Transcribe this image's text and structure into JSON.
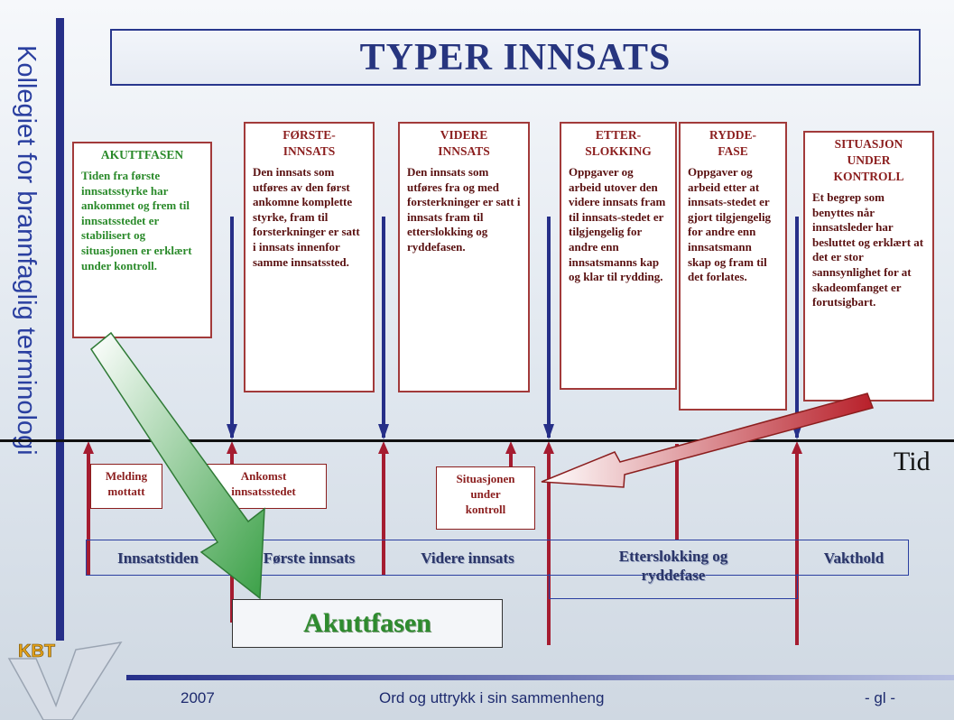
{
  "side_title": "Kollegiet for brannfaglig terminologi",
  "title": "TYPER INNSATS",
  "logo": {
    "text": "KBT"
  },
  "boxes": {
    "akuttfasen": {
      "heading": "AKUTTFASEN",
      "text": "Tiden fra første innsatsstyrke har ankommet og frem til innsatsstedet er stabilisert og situasjonen er erklært under kontroll."
    },
    "forste": {
      "heading": "FØRSTE-\nINNSATS",
      "text": "Den innsats som utføres av den først ankomne komplette styrke, fram til forsterkninger er satt i innsats innenfor samme innsatssted."
    },
    "videre": {
      "heading": "VIDERE\nINNSATS",
      "text": "Den innsats som utføres fra og med forsterkninger er satt i innsats fram til etterslokking og ryddefasen."
    },
    "etter": {
      "heading": "ETTER-\nSLOKKING",
      "text": "Oppgaver og arbeid utover den videre innsats fram til innsats-stedet er tilgjengelig for andre enn innsatsmanns kap og klar til rydding."
    },
    "rydde": {
      "heading": "RYDDE-\nFASE",
      "text": "Oppgaver og arbeid etter at innsats-stedet er gjort tilgjengelig for andre enn innsatsmann skap og fram til det forlates."
    },
    "situasjon": {
      "heading": "SITUASJON\nUNDER\nKONTROLL",
      "text": "Et begrep som benyttes når innsatsleder har besluttet og erklært at det er stor sannsynlighet for at skadeomfanget er forutsigbart."
    }
  },
  "events": {
    "melding": "Melding\nmottatt",
    "ankomst": "Ankomst\ninnsatsstedet",
    "situasjon": "Situasjonen\nunder\nkontroll"
  },
  "timeline_label": "Tid",
  "phases": {
    "innsatstiden": "Innsatstiden",
    "forste": "Første innsats",
    "videre": "Videre innsats",
    "etter": "Etterslokking og\nryddefase",
    "vakthold": "Vakthold"
  },
  "akuttfasen_label": "Akuttfasen",
  "footer": {
    "year": "2007",
    "center": "Ord og uttrykk i sin sammenheng",
    "right": "- gl -"
  },
  "colors": {
    "blue": "#262f88",
    "red": "#a51c30",
    "green": "#2a8a2a"
  }
}
